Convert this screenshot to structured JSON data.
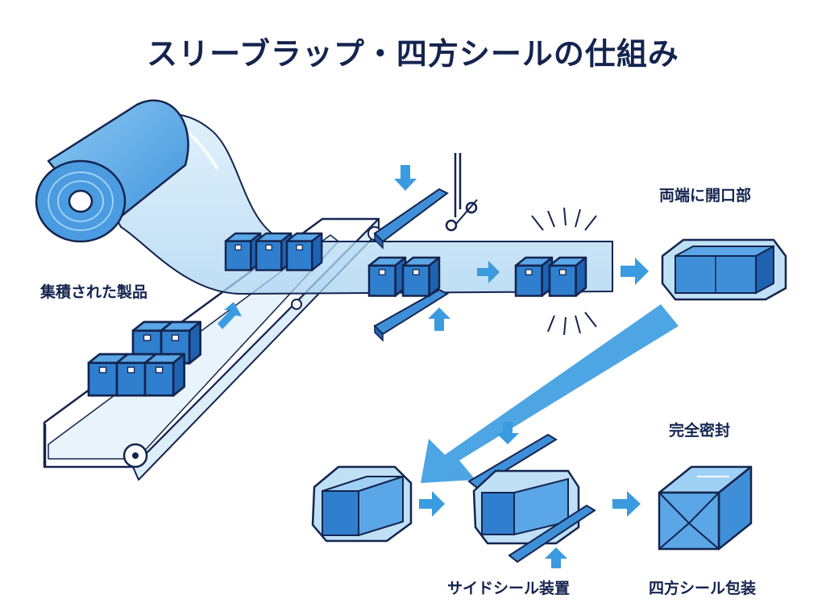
{
  "title": "スリーブラップ・四方シールの仕組み",
  "labels": {
    "stacked_products": "集積された製品",
    "open_ends": "両端に開口部",
    "complete_seal": "完全密封",
    "side_seal_unit": "サイドシール装置",
    "four_side_seal_package": "四方シール包装"
  },
  "colors": {
    "outline": "#14244f",
    "film": "#bfe0f5",
    "box_front": "#2f7fce",
    "box_top": "#5aa6e6",
    "box_side": "#1f62b0",
    "arrow": "#3a9be0"
  },
  "icons": [
    "film-roll-icon",
    "scissors-icon",
    "seal-bar-icon",
    "flow-arrow-icon"
  ]
}
